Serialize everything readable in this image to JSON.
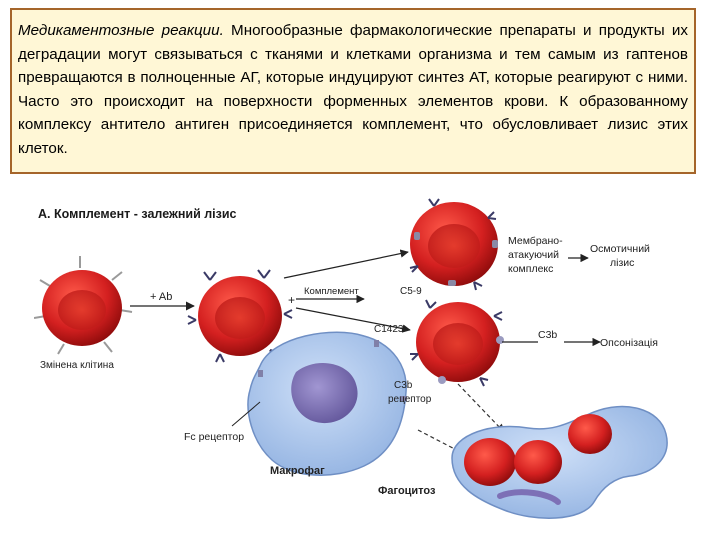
{
  "text_block": {
    "lead": "Медикаментозные реакции.",
    "body": " Многообразные фармакологические препараты и продукты их деградации могут связываться с тканями и клетками организма и тем самым из гаптенов превращаются в полноценные АГ, которые индуцируют синтез АТ, которые реагируют с ними. Часто это происходит на поверхности форменных элементов крови. К образованному комплексу антитело антиген присоединяется комплемент, что обусловливает лизис этих клеток."
  },
  "diagram": {
    "title": "А. Комплемент - залежний лізис",
    "labels": {
      "altered_cell": "Змінена клітина",
      "plus_ab": "+ Ab",
      "plus": "+",
      "complement": "Комплемент",
      "c59": "C5-9",
      "c1423": "C1423",
      "c3b": "C3b",
      "mac_line1": "Мембрано-",
      "mac_line2": "атакуючий",
      "mac_line3": "комплекс",
      "osmotic_line1": "Осмотичний",
      "osmotic_line2": "лізис",
      "opsonization": "Опсонізація",
      "c3b_receptor_line1": "C3b",
      "c3b_receptor_line2": "рецептор",
      "fc_receptor": "Fc рецептор",
      "macrophage": "Макрофаг",
      "phagocytosis": "Фагоцитоз"
    },
    "colors": {
      "rbc": "#d42020",
      "rbc_dark": "#a00c0c",
      "macrophage": "#a9c3ea",
      "nucleus": "#7d70b6",
      "frame": "#a5652a",
      "panel_bg": "#fff7d6",
      "antibody": "#3a3a66"
    }
  }
}
